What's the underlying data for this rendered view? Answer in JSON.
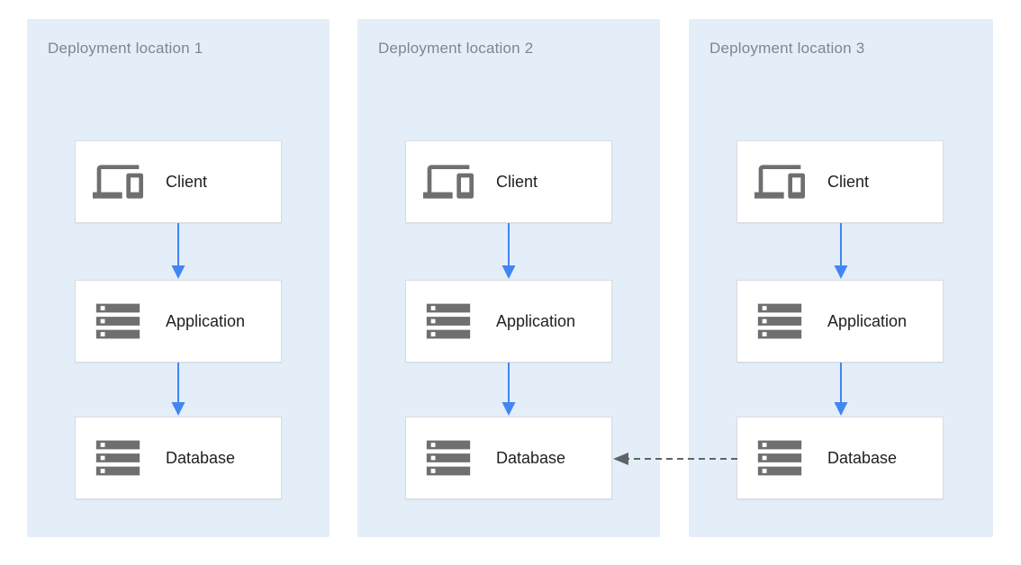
{
  "colors": {
    "canvas_bg": "#ffffff",
    "panel_bg": "#e4eef9",
    "panel_title_text": "#80868b",
    "node_bg": "#ffffff",
    "node_border": "#d9dce0",
    "node_label_text": "#212121",
    "icon_gray": "#6f6f6f",
    "arrow_blue": "#4285f4",
    "arrow_dash_gray": "#5f6368"
  },
  "panels": [
    {
      "title": "Deployment location 1",
      "nodes": [
        {
          "label": "Client",
          "icon": "devices-icon"
        },
        {
          "label": "Application",
          "icon": "server-stack-icon"
        },
        {
          "label": "Database",
          "icon": "server-stack-icon"
        }
      ]
    },
    {
      "title": "Deployment location 2",
      "nodes": [
        {
          "label": "Client",
          "icon": "devices-icon"
        },
        {
          "label": "Application",
          "icon": "server-stack-icon"
        },
        {
          "label": "Database",
          "icon": "server-stack-icon"
        }
      ]
    },
    {
      "title": "Deployment location 3",
      "nodes": [
        {
          "label": "Client",
          "icon": "devices-icon"
        },
        {
          "label": "Application",
          "icon": "server-stack-icon"
        },
        {
          "label": "Database",
          "icon": "server-stack-icon"
        }
      ]
    }
  ],
  "edges": [
    {
      "from": "panel-1-client",
      "to": "panel-1-application",
      "style": "solid-blue-arrow-down"
    },
    {
      "from": "panel-1-application",
      "to": "panel-1-database",
      "style": "solid-blue-arrow-down"
    },
    {
      "from": "panel-2-client",
      "to": "panel-2-application",
      "style": "solid-blue-arrow-down"
    },
    {
      "from": "panel-2-application",
      "to": "panel-2-database",
      "style": "solid-blue-arrow-down"
    },
    {
      "from": "panel-3-client",
      "to": "panel-3-application",
      "style": "solid-blue-arrow-down"
    },
    {
      "from": "panel-3-application",
      "to": "panel-3-database",
      "style": "solid-blue-arrow-down"
    },
    {
      "from": "panel-3-database",
      "to": "panel-2-database",
      "style": "dashed-gray-arrow-left"
    }
  ]
}
